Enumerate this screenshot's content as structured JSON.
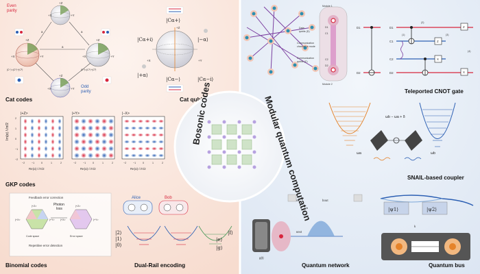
{
  "left_panel": {
    "title": "Bosonic codes",
    "panels": {
      "cat_codes": {
        "label": "Cat codes",
        "even_parity": "Even\nparity",
        "odd_parity": "Odd\nparity",
        "bloch_axis_labels": [
          "+Z",
          "+X",
          "+Y",
          "-Z"
        ],
        "transitions": [
          "a",
          "a",
          "a"
        ]
      },
      "cat_qubits": {
        "label": "Cat qubits",
        "states": [
          "|Cα+⟩",
          "|Cα+i⟩",
          "|−α⟩",
          "|+α⟩",
          "|Cα−⟩",
          "|Cα−i⟩"
        ],
        "axes": [
          "+Z",
          "+X",
          "+Y"
        ]
      },
      "gkp_codes": {
        "label": "GKP codes",
        "plot_titles": [
          "|+Z>",
          "|+Y>",
          "|−X>"
        ],
        "y_axis_label": "Im(α) /√π/2",
        "x_axis_label": "Re(α) /√π/2",
        "x_ticks": [
          "−2",
          "−1",
          "0",
          "1",
          "2"
        ],
        "y_ticks": [
          "2",
          "1",
          "0",
          "−1",
          "−2"
        ]
      },
      "binomial_codes": {
        "label": "Binomial codes",
        "feedback": "Feedback error correction",
        "photon_loss": "Photon\nloss",
        "code_space": "Code space",
        "error_space": "Error space",
        "repetitive": "Repetitive error detection"
      },
      "dual_rail": {
        "label": "Dual-Rail encoding",
        "alice": "Alice",
        "bob": "Bob",
        "levels_left": [
          "|2⟩",
          "|1⟩",
          "|0⟩"
        ],
        "levels_right": [
          "|f⟩",
          "|e⟩",
          "|g⟩"
        ]
      }
    }
  },
  "right_panel": {
    "title": "Modular quantum computation",
    "panels": {
      "teleported_cnot": {
        "label": "Teleported CNOT gate",
        "module1": "Module 1",
        "module2": "Module 2",
        "data_qubits": "Data\nqubits (D)",
        "comm_channel": "Communication\nchannel or mode",
        "comm_qubits": "Communication\nqubits (C)",
        "node_labels": [
          "D1",
          "C1",
          "C2",
          "D2"
        ],
        "circuit_wires": [
          "D1",
          "C1",
          "C2",
          "D2"
        ],
        "step_numbers": [
          "(1)",
          "(2)",
          "(3)",
          "(4)"
        ],
        "gates": [
          "Z",
          "Z",
          "X",
          "X"
        ]
      },
      "snail_coupler": {
        "label": "SNAIL-based coupler",
        "formula": "ωb − ωa + δ",
        "omega_a": "ωa",
        "omega_b": "ωb"
      },
      "quantum_network": {
        "label": "Quantum network",
        "kappa": "κext",
        "b_in": "bin",
        "b_out": "bout",
        "g_t": "g(t)"
      },
      "quantum_bus": {
        "label": "Quantum bus",
        "psi1": "|ψ1⟩",
        "psi2": "|ψ2⟩",
        "k": "k"
      }
    }
  },
  "colors": {
    "left_bg": "#f9e4da",
    "right_bg": "#e4ecf6",
    "red": "#d7263d",
    "blue": "#2c5fb3",
    "purple": "#7b3fa0",
    "green": "#7aa05a",
    "orange": "#e5832a"
  }
}
